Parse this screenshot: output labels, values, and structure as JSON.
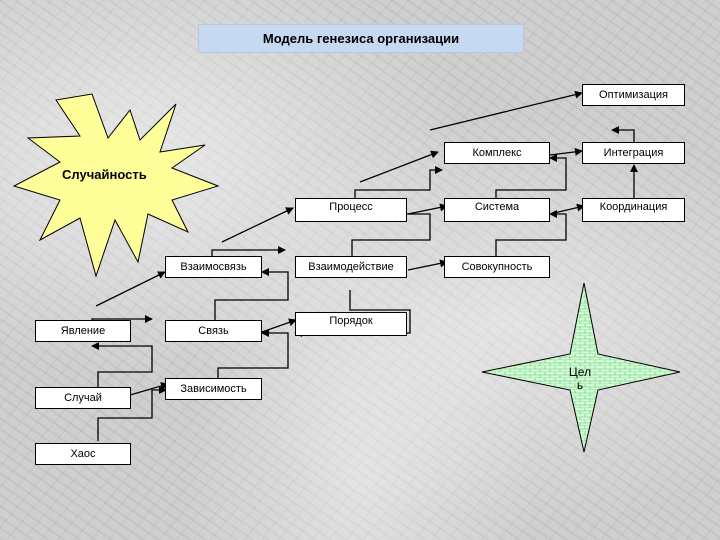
{
  "title": "Модель генезиса организации",
  "boxes": {
    "optimizaciya": "Оптимизация",
    "kompleks": "Комплекс",
    "integraciya": "Интеграция",
    "process": "Процесс",
    "sistema": "Система",
    "koordinaciya": "Координация",
    "vzaimosvyaz": "Взаимосвязь",
    "vzaimodeystvie": "Взаимодействие",
    "sovokupnost": "Совокупность",
    "yavlenie": "Явление",
    "svyaz": "Связь",
    "poryadok": "Порядок",
    "sluchay": "Случай",
    "zavisimost": "Зависимость",
    "haos": "Хаос"
  },
  "burst_label": "Случайность",
  "star_label": "Цел ь",
  "colors": {
    "burst_fill": "#ffff99",
    "star_fill": "#ccffcc",
    "title_fill": "#c6d9f1"
  }
}
